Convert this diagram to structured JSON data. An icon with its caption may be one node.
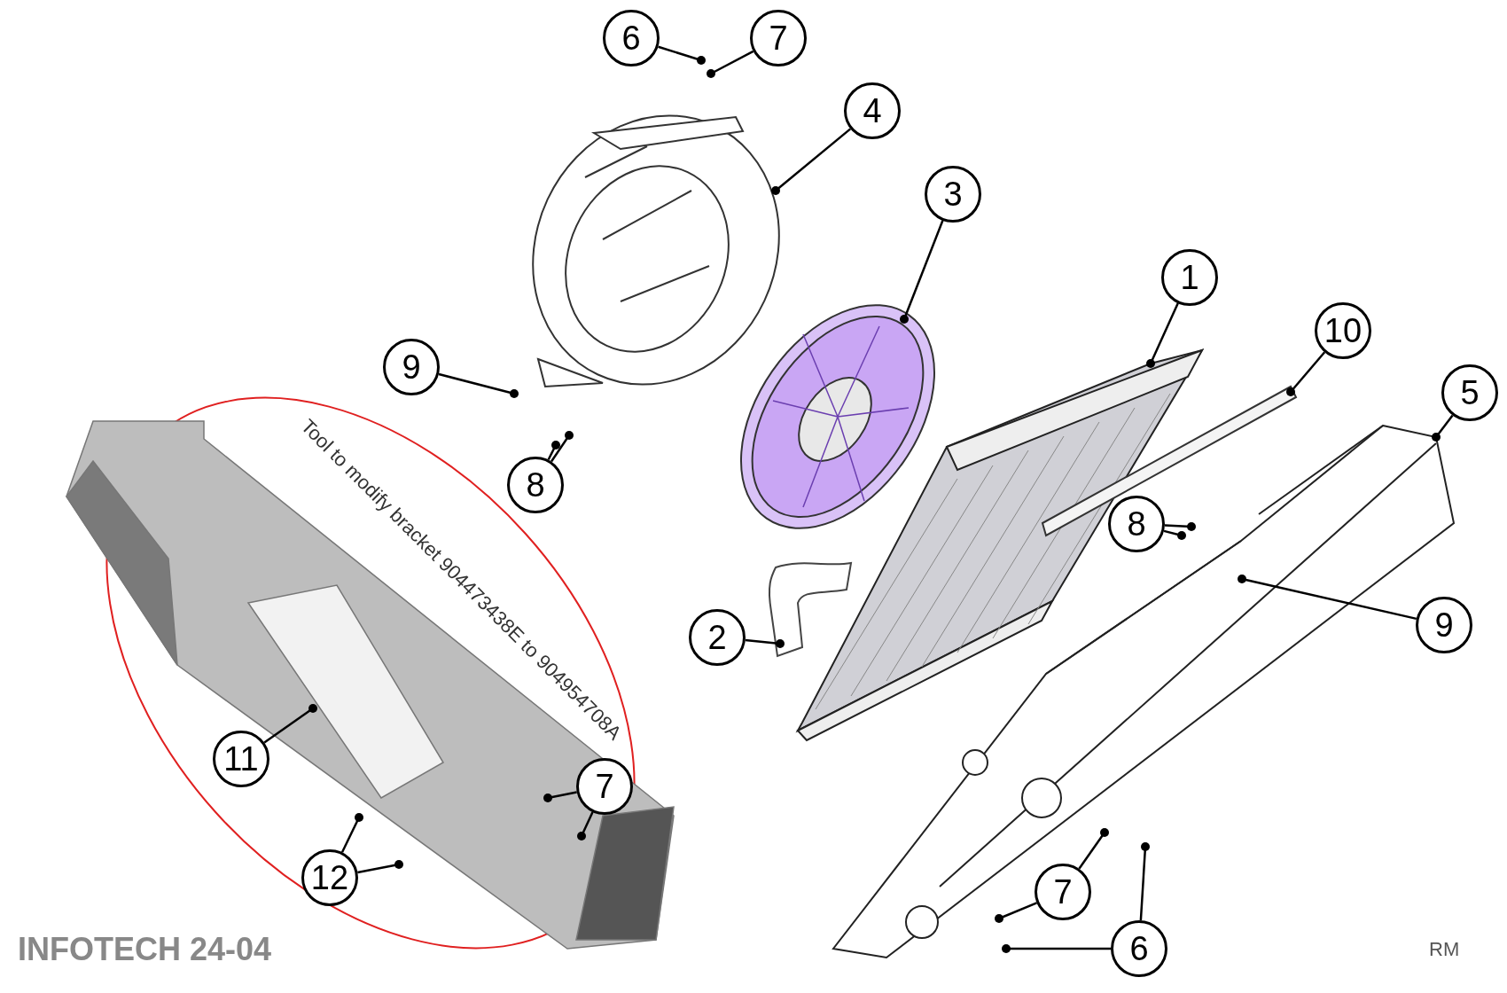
{
  "diagram": {
    "nodes": [
      {
        "text": [
          "Tool to modify bracket 904473438E to 904954708A"
        ]
      },
      {
        "text": [
          "6"
        ]
      },
      {
        "text": [
          "7"
        ]
      },
      {
        "text": [
          "4"
        ]
      },
      {
        "text": [
          "3"
        ]
      },
      {
        "text": [
          "1"
        ]
      },
      {
        "text": [
          "10"
        ]
      },
      {
        "text": [
          "5"
        ]
      },
      {
        "text": [
          "9"
        ]
      },
      {
        "text": [
          "8"
        ]
      },
      {
        "text": [
          "8"
        ]
      },
      {
        "text": [
          "9"
        ]
      },
      {
        "text": [
          "2"
        ]
      },
      {
        "text": [
          "11"
        ],
        "in": 0
      },
      {
        "text": [
          "7"
        ],
        "in": 0
      },
      {
        "text": [
          "12"
        ],
        "in": 0
      },
      {
        "text": [
          "7"
        ]
      },
      {
        "text": [
          "6"
        ]
      },
      {
        "text": [],
        "shape": "picture"
      },
      {
        "text": [],
        "shape": "picture"
      },
      {
        "text": [],
        "shape": "picture"
      },
      {
        "text": [],
        "shape": "picture"
      },
      {
        "text": [],
        "shape": "picture"
      },
      {
        "text": [],
        "shape": "picture"
      },
      {
        "text": [],
        "shape": "picture",
        "in": 0
      }
    ],
    "edges": [
      {
        "from": 1,
        "to": null,
        "arrow": "other"
      },
      {
        "from": 2,
        "to": null,
        "arrow": "other"
      },
      {
        "from": 3,
        "to": 18,
        "arrow": "other"
      },
      {
        "from": 4,
        "to": 19,
        "arrow": "other"
      },
      {
        "from": 5,
        "to": 20,
        "arrow": "other"
      },
      {
        "from": 6,
        "to": 22,
        "arrow": "other"
      },
      {
        "from": 7,
        "to": 23,
        "arrow": "other"
      },
      {
        "from": 8,
        "to": null,
        "arrow": "other"
      },
      {
        "from": 9,
        "to": null,
        "arrow": "other"
      },
      {
        "from": 9,
        "to": null,
        "arrow": "other"
      },
      {
        "from": 10,
        "to": null,
        "arrow": "other"
      },
      {
        "from": 10,
        "to": null,
        "arrow": "other"
      },
      {
        "from": 11,
        "to": 23,
        "arrow": "other"
      },
      {
        "from": 12,
        "to": 21,
        "arrow": "other"
      },
      {
        "from": 13,
        "to": 24,
        "arrow": "other"
      },
      {
        "from": 14,
        "to": 24,
        "arrow": "other"
      },
      {
        "from": 14,
        "to": null,
        "arrow": "other"
      },
      {
        "from": 15,
        "to": 24,
        "arrow": "other"
      },
      {
        "from": 15,
        "to": 24,
        "arrow": "other"
      },
      {
        "from": 16,
        "to": null,
        "arrow": "other"
      },
      {
        "from": 16,
        "to": null,
        "arrow": "other"
      },
      {
        "from": 17,
        "to": null,
        "arrow": "other"
      },
      {
        "from": 17,
        "to": null,
        "arrow": "other"
      }
    ],
    "labels": [
      "INFOTECH 24-04",
      "RM"
    ]
  }
}
